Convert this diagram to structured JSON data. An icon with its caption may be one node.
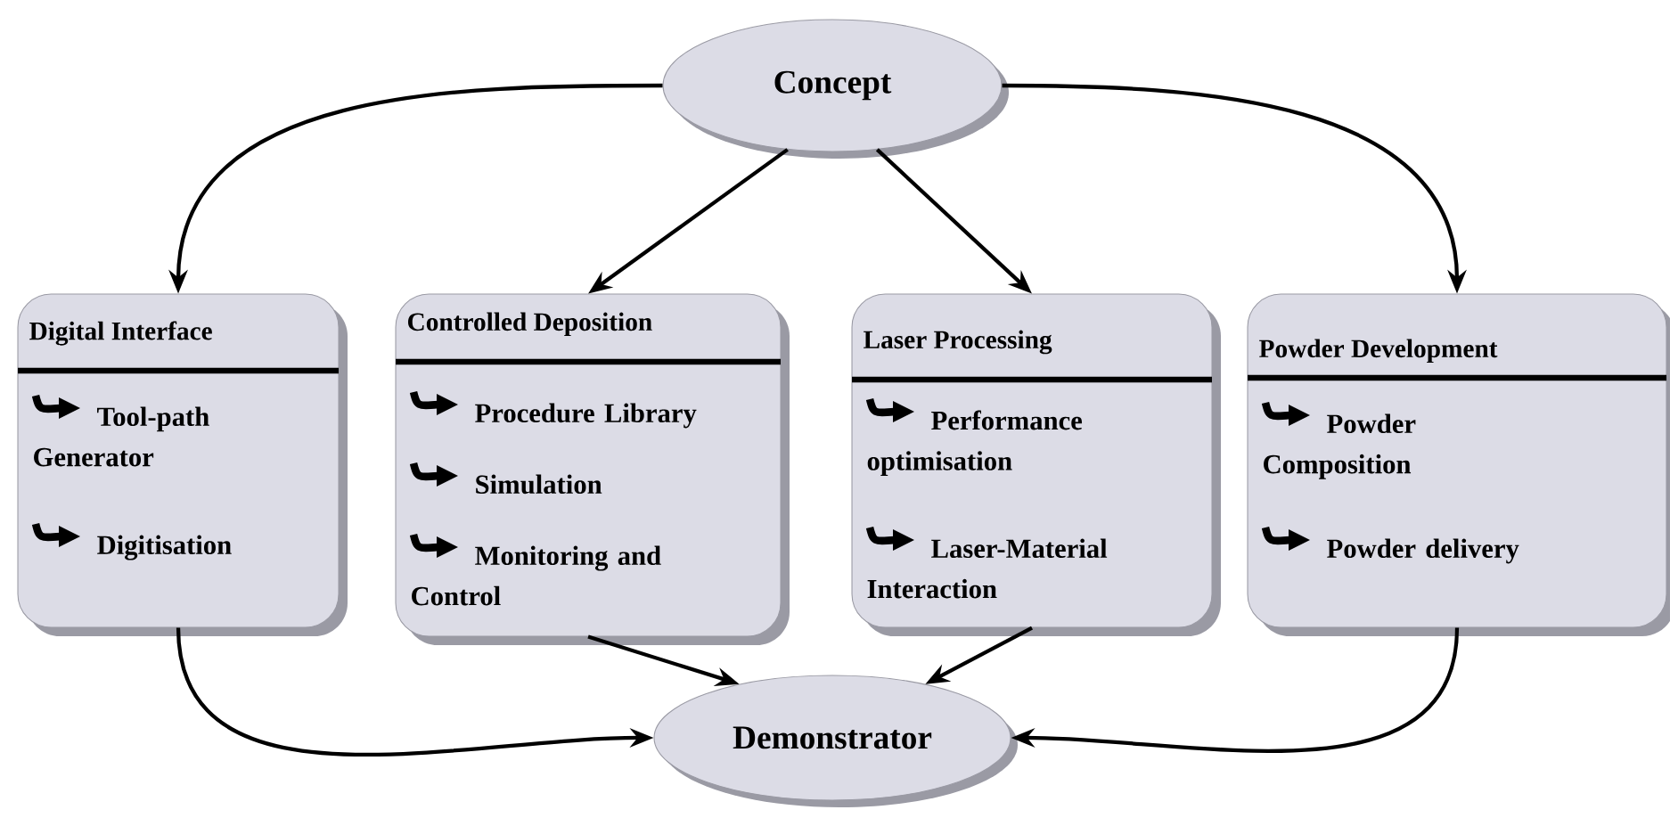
{
  "diagram": {
    "nodes": [
      {
        "text": [
          "Concept"
        ]
      },
      {
        "text": [
          "Digital Interface",
          "Tool-path Generator",
          "Digitisation"
        ]
      },
      {
        "text": [
          "Controlled Deposition",
          "Procedure Library",
          "Simulation",
          "Monitoring and Control"
        ]
      },
      {
        "text": [
          "Laser Processing",
          "Performance optimisation",
          "Laser-Material Interaction"
        ]
      },
      {
        "text": [
          "Powder Development",
          "Powder Composition",
          "Powder delivery"
        ]
      },
      {
        "text": [
          "Demonstrator"
        ]
      }
    ],
    "edges": [
      {
        "from": 0,
        "to": 1,
        "arrow": "to"
      },
      {
        "from": 0,
        "to": 2,
        "arrow": "to"
      },
      {
        "from": 0,
        "to": 3,
        "arrow": "to"
      },
      {
        "from": 0,
        "to": 4,
        "arrow": "to"
      },
      {
        "from": 1,
        "to": 5,
        "arrow": "to"
      },
      {
        "from": 2,
        "to": 5,
        "arrow": "to"
      },
      {
        "from": 3,
        "to": 5,
        "arrow": "to"
      },
      {
        "from": 4,
        "to": 5,
        "arrow": "to"
      }
    ]
  }
}
